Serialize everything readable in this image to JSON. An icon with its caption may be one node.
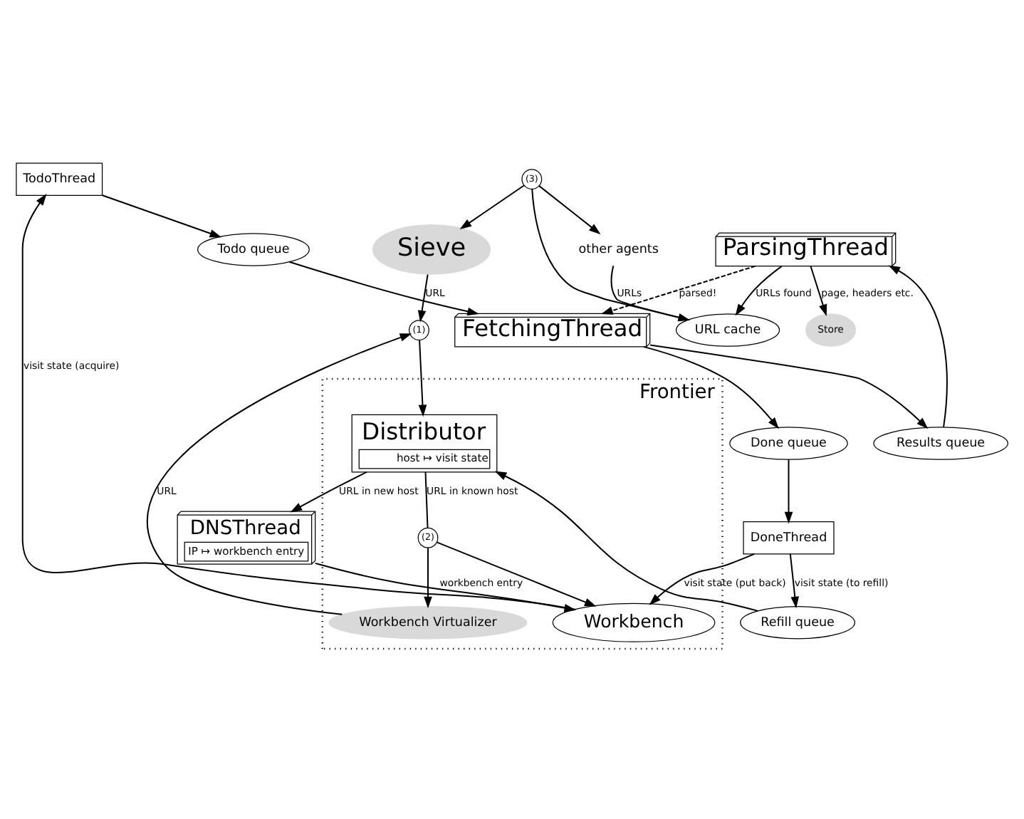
{
  "diagram": {
    "nodes": [
      {
        "text": [
          "Frontier"
        ]
      },
      {
        "text": [
          "Sieve"
        ]
      },
      {
        "text": [
          "(1)"
        ]
      },
      {
        "text": [
          "Distributor",
          "host ↦ visit state"
        ],
        "in": 0
      },
      {
        "text": [
          "Workbench Virtualizer"
        ],
        "in": 0
      },
      {
        "text": [
          "other agents"
        ]
      },
      {
        "text": [
          "(3)"
        ]
      },
      {
        "text": [
          "URL cache"
        ]
      },
      {
        "text": [
          "Refill queue"
        ]
      },
      {
        "text": [
          "(2)"
        ],
        "in": 0
      },
      {
        "text": [
          "DNSThread",
          "IP ↦ workbench entry"
        ]
      },
      {
        "text": [
          "Workbench"
        ],
        "in": 0
      },
      {
        "text": [
          "Store"
        ]
      },
      {
        "text": [
          "DoneThread"
        ]
      },
      {
        "text": [
          "TodoThread"
        ]
      },
      {
        "text": [
          "ParsingThread"
        ]
      },
      {
        "text": [
          "Done queue"
        ]
      },
      {
        "text": [
          "Results queue"
        ]
      },
      {
        "text": [
          "FetchingThread"
        ]
      },
      {
        "text": [
          "Todo queue"
        ]
      }
    ],
    "edges": [
      {
        "from": 1,
        "to": 2,
        "arrow": "to",
        "label": "URL"
      },
      {
        "from": 4,
        "to": 2,
        "arrow": "to",
        "label": "URL"
      },
      {
        "from": 2,
        "to": 3,
        "arrow": "to"
      },
      {
        "from": 3,
        "to": 10,
        "arrow": "to",
        "label": "URL in new host"
      },
      {
        "from": 3,
        "to": 9,
        "arrow": "none",
        "label": "URL in known host"
      },
      {
        "from": 9,
        "to": 4,
        "arrow": "to"
      },
      {
        "from": 9,
        "to": 11,
        "arrow": "to"
      },
      {
        "from": 10,
        "to": 11,
        "arrow": "to",
        "label": "workbench entry"
      },
      {
        "from": 13,
        "to": 11,
        "arrow": "to",
        "label": "visit state (put back)"
      },
      {
        "from": 13,
        "to": 8,
        "arrow": "to",
        "label": "visit state (to refill)"
      },
      {
        "from": 8,
        "to": 3,
        "arrow": "to"
      },
      {
        "from": 11,
        "to": 14,
        "arrow": "to",
        "label": "visit state (acquire)"
      },
      {
        "from": 14,
        "to": 19,
        "arrow": "to"
      },
      {
        "from": 19,
        "to": 18,
        "arrow": "to"
      },
      {
        "from": 18,
        "to": 17,
        "arrow": "to"
      },
      {
        "from": 17,
        "to": 15,
        "arrow": "to"
      },
      {
        "from": 15,
        "to": 18,
        "arrow": "to",
        "label": "parsed!",
        "style": "dashed"
      },
      {
        "from": 18,
        "to": 16,
        "arrow": "to"
      },
      {
        "from": 16,
        "to": 13,
        "arrow": "to"
      },
      {
        "from": 15,
        "to": 12,
        "arrow": "to",
        "label": "page, headers etc."
      },
      {
        "from": 15,
        "to": 7,
        "arrow": "to",
        "label": "URLs found"
      },
      {
        "from": 7,
        "to": 6,
        "arrow": "none"
      },
      {
        "from": 6,
        "to": 1,
        "arrow": "to"
      },
      {
        "from": 6,
        "to": 5,
        "arrow": "to"
      },
      {
        "from": 5,
        "to": 7,
        "arrow": "to",
        "label": "URLs"
      }
    ]
  }
}
